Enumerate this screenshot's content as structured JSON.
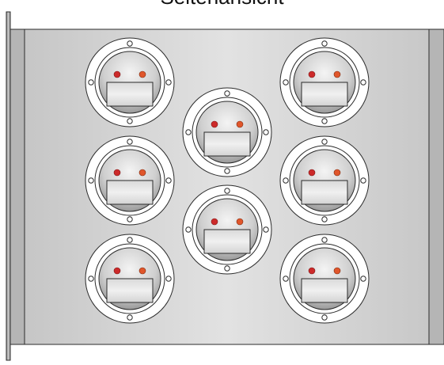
{
  "title": "Seitenansicht",
  "colors": {
    "panel_light": "#dcdcdc",
    "panel_dark": "#a9a9a9",
    "outline": "#2b2b2b",
    "ring_fill": "#ffffff",
    "led_red": "#cc2a2a",
    "led_orange": "#e0562b"
  },
  "connectors": [
    {
      "id": "connector-left-1",
      "leds": [
        "#cc2a2a",
        "#e0562b"
      ]
    },
    {
      "id": "connector-left-2",
      "leds": [
        "#cc2a2a",
        "#e0562b"
      ]
    },
    {
      "id": "connector-left-3",
      "leds": [
        "#cc2a2a",
        "#e0562b"
      ]
    },
    {
      "id": "connector-center-1",
      "leds": [
        "#cc2a2a",
        "#e0562b"
      ]
    },
    {
      "id": "connector-center-2",
      "leds": [
        "#cc2a2a",
        "#e0562b"
      ]
    },
    {
      "id": "connector-right-1",
      "leds": [
        "#cc2a2a",
        "#e0562b"
      ]
    },
    {
      "id": "connector-right-2",
      "leds": [
        "#cc2a2a",
        "#e0562b"
      ]
    },
    {
      "id": "connector-right-3",
      "leds": [
        "#cc2a2a",
        "#e0562b"
      ]
    }
  ]
}
